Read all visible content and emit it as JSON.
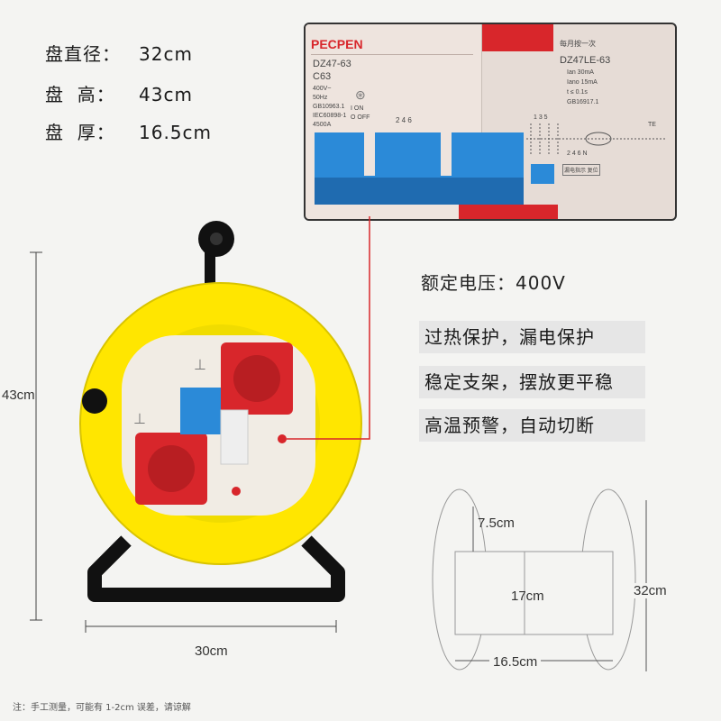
{
  "specs": [
    {
      "label": "盘直径：",
      "value": "32cm"
    },
    {
      "label": "盘  高：",
      "value": "43cm"
    },
    {
      "label": "盘  厚：",
      "value": "16.5cm"
    }
  ],
  "breaker": {
    "brand": "PECPEN",
    "model_left": "DZ47-63",
    "rating_left": "C63",
    "left_specs": [
      "400V~",
      "50Hz",
      "GB10963.1",
      "IEC60898-1",
      "4500A"
    ],
    "switch_on": "I ON",
    "switch_off": "O OFF",
    "right_header": "每月按一次",
    "model_right": "DZ47LE-63",
    "right_specs": [
      "Ian   30mA",
      "Iano   15mA",
      "t  ≤  0.1s",
      "GB16917.1"
    ],
    "terminals_top": "1 3 5",
    "terminals_bottom": "2 4 6 N",
    "test_label": "TE",
    "leak_label": "漏电指示 复位"
  },
  "rated_voltage": {
    "label": "额定电压：",
    "value": "400V"
  },
  "features": [
    "过热保护，漏电保护",
    "稳定支架，摆放更平稳",
    "高温预警，自动切断"
  ],
  "dimensions": {
    "height": "43cm",
    "width": "30cm",
    "core": "7.5cm",
    "inner": "17cm",
    "thickness": "16.5cm",
    "diameter": "32cm"
  },
  "footnote": "注：手工测量，可能有 1-2cm 误差，请谅解",
  "colors": {
    "reel_yellow": "#ffe600",
    "socket_red": "#d8262b",
    "breaker_blue": "#2b8ad8",
    "frame_black": "#111111"
  }
}
